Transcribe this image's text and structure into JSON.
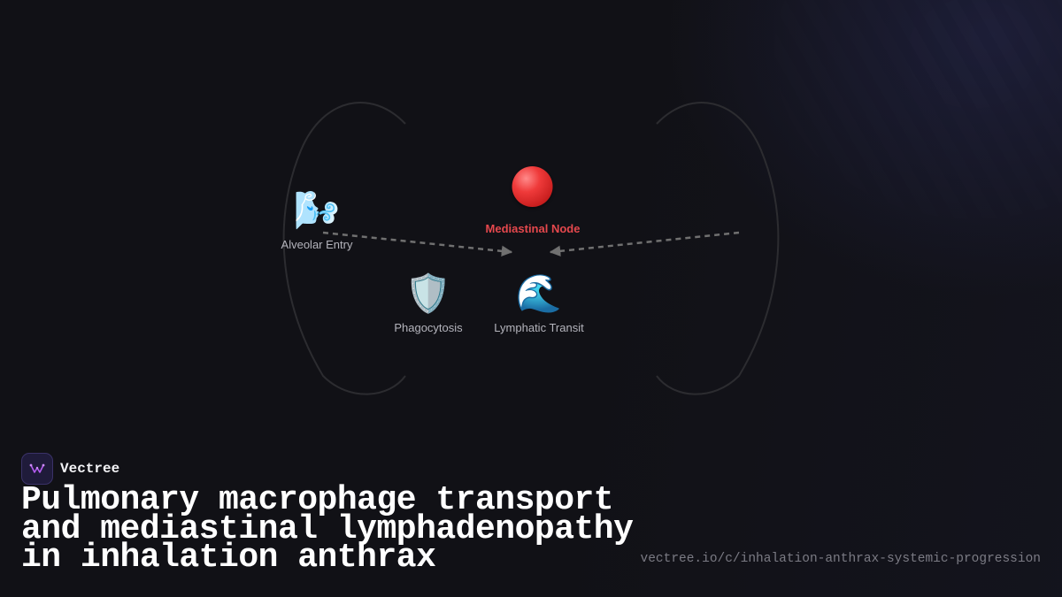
{
  "diagram": {
    "nodes": [
      {
        "id": "alveolar",
        "icon": "wind-face-icon",
        "emoji": "🌬️",
        "label": "Alveolar Entry"
      },
      {
        "id": "node",
        "icon": "red-circle-icon",
        "label": "Mediastinal Node",
        "color": "#e5484d"
      },
      {
        "id": "phago",
        "icon": "shield-icon",
        "emoji": "🛡️",
        "label": "Phagocytosis"
      },
      {
        "id": "lymph",
        "icon": "wave-icon",
        "emoji": "🌊",
        "label": "Lymphatic Transit"
      }
    ]
  },
  "brand": {
    "name": "Vectree",
    "icon": "vectree-logo-icon",
    "accent": "#b45cf0"
  },
  "title": "Pulmonary macrophage transport and mediastinal lymphadenopathy in inhalation anthrax",
  "url": "vectree.io/c/inhalation-anthrax-systemic-progression",
  "colors": {
    "background": "#111116",
    "highlight": "#e5484d",
    "arrow": "#707070"
  }
}
